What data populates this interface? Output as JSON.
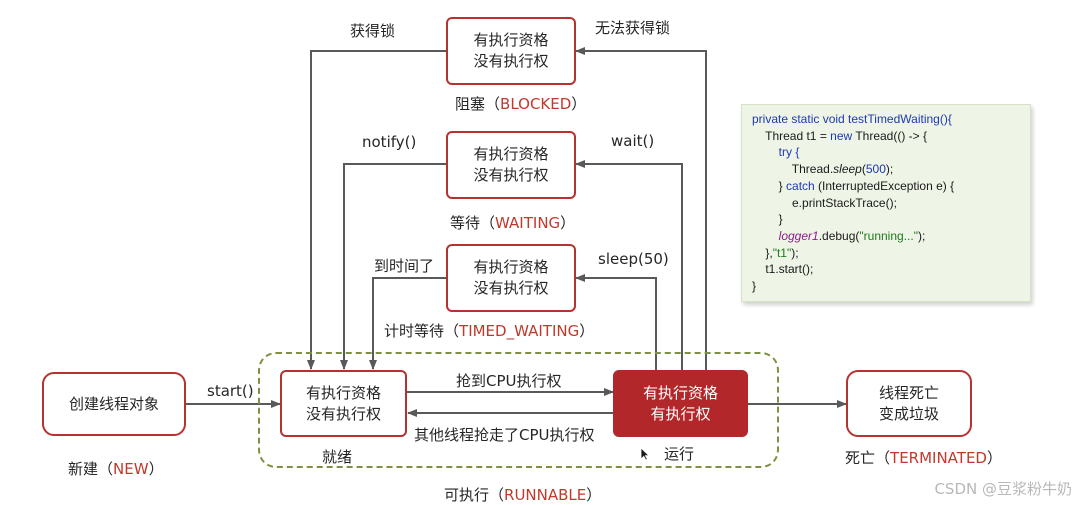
{
  "boxes": {
    "blocked_box": [
      "有执行资格",
      "没有执行权"
    ],
    "waiting_box": [
      "有执行资格",
      "没有执行权"
    ],
    "timed_box": [
      "有执行资格",
      "没有执行权"
    ],
    "new_box": [
      "创建线程对象"
    ],
    "ready_box": [
      "有执行资格",
      "没有执行权"
    ],
    "running_box": [
      "有执行资格",
      "有执行权"
    ],
    "dead_box": [
      "线程死亡",
      "变成垃圾"
    ]
  },
  "states": {
    "blocked": {
      "zh": "阻塞",
      "en": "BLOCKED"
    },
    "waiting": {
      "zh": "等待",
      "en": "WAITING"
    },
    "timed": {
      "zh": "计时等待",
      "en": "TIMED_WAITING"
    },
    "new": {
      "zh": "新建",
      "en": "NEW"
    },
    "runnable": {
      "zh": "可执行",
      "en": "RUNNABLE"
    },
    "dead": {
      "zh": "死亡",
      "en": "TERMINATED"
    }
  },
  "labels": {
    "get_lock": "获得锁",
    "cannot_get_lock": "无法获得锁",
    "notify": "notify()",
    "wait": "wait()",
    "time_up": "到时间了",
    "sleep": "sleep(50)",
    "start": "start()",
    "grab_cpu": "抢到CPU执行权",
    "lost_cpu": "其他线程抢走了CPU执行权",
    "ready": "就绪",
    "running": "运行"
  },
  "code": {
    "l1a": "private static void ",
    "l1b": "testTimedWaiting(){",
    "l2a": "    Thread t1 = ",
    "l2b": "new ",
    "l2c": "Thread(() -> {",
    "l3": "        try {",
    "l4a": "            Thread.",
    "l4b": "sleep",
    "l4c": "(",
    "l4d": "500",
    "l4e": ");",
    "l5a": "        } ",
    "l5b": "catch ",
    "l5c": "(InterruptedException e) {",
    "l6": "            e.printStackTrace();",
    "l7": "        }",
    "l8a": "        ",
    "l8b": "logger1",
    "l8c": ".debug(",
    "l8d": "\"running...\"",
    "l8e": ");",
    "l9a": "    },",
    "l9b": "\"t1\"",
    "l9c": ");",
    "l10": "    t1.start();",
    "l11": "}"
  },
  "watermark": "CSDN @豆浆粉牛奶",
  "colors": {
    "accent": "#b2282a",
    "state_en": "#c0392b",
    "dashed": "#7e9142",
    "code_bg": "#eef5e6"
  }
}
